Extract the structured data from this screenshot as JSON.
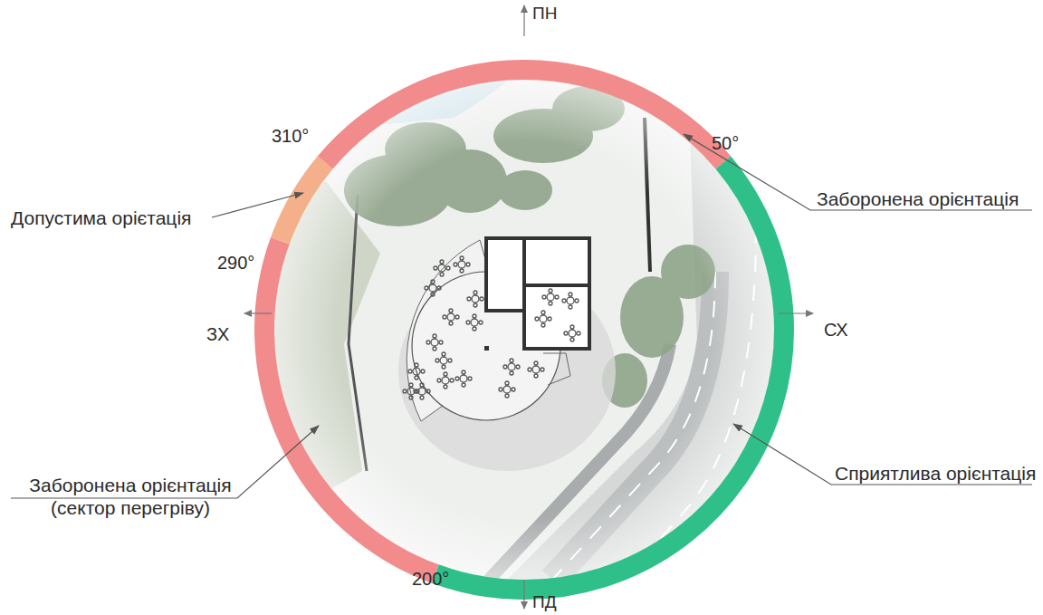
{
  "diagram": {
    "labels": [
      "ПН",
      "СХ",
      "ПД",
      "ЗХ",
      "310°",
      "50°",
      "290°",
      "200°",
      "Допустима орієтація",
      "Заборонена орієнтація",
      "Заборонена орієнтація (сектор перегріву)",
      "Сприятлива орієнтація"
    ]
  }
}
